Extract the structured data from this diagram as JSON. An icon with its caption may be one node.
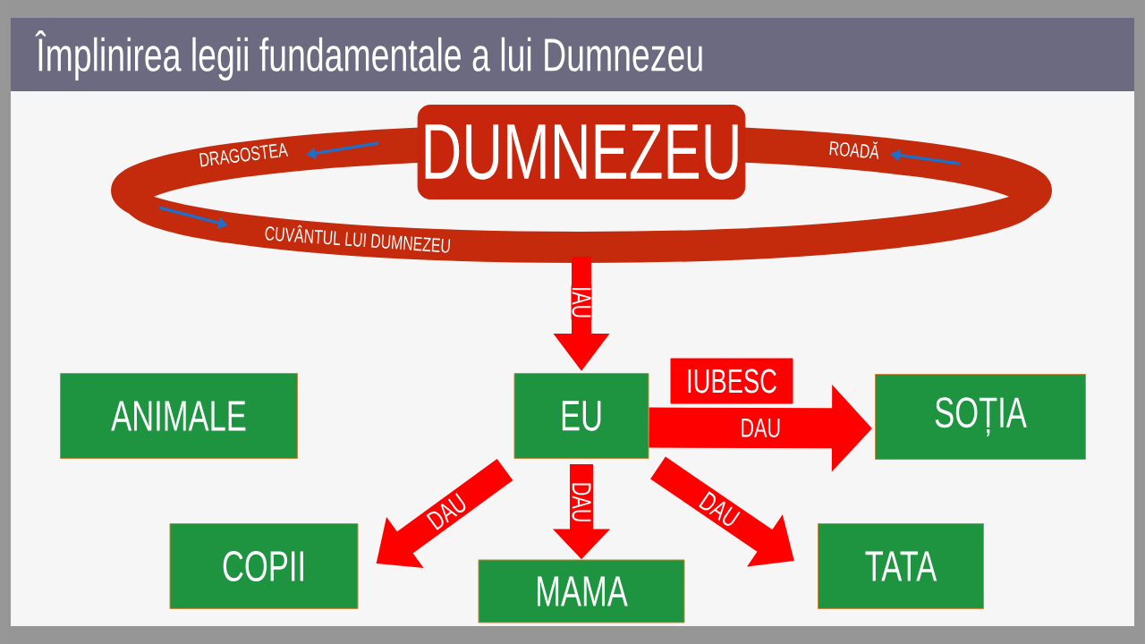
{
  "diagram": {
    "title": "Împlinirea legii fundamentale a lui Dumnezeu",
    "nodes": [
      {
        "text": [
          "DUMNEZEU"
        ]
      },
      {
        "text": [
          "DRAGOSTEA",
          "ROADĂ",
          "CUVÂNTUL LUI DUMNEZEU"
        ]
      },
      {
        "text": [
          "ANIMALE"
        ]
      },
      {
        "text": [
          "EU"
        ]
      },
      {
        "text": [
          "IUBESC"
        ]
      },
      {
        "text": [
          "SOȚIA"
        ]
      },
      {
        "text": [
          "COPII"
        ]
      },
      {
        "text": [
          "MAMA"
        ]
      },
      {
        "text": [
          "TATA"
        ]
      }
    ],
    "edges": [
      {
        "from": 1,
        "to": 3,
        "arrow": "to",
        "label": "IAU"
      },
      {
        "from": 3,
        "to": 5,
        "arrow": "to",
        "label": "DAU"
      },
      {
        "from": 3,
        "to": 6,
        "arrow": "to",
        "label": "DAU"
      },
      {
        "from": 3,
        "to": 7,
        "arrow": "to",
        "label": "DAU"
      },
      {
        "from": 3,
        "to": 8,
        "arrow": "to",
        "label": "DAU"
      }
    ]
  }
}
